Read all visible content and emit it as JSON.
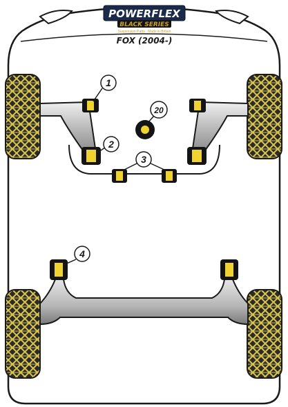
{
  "brand": {
    "name": "POWERFLEX",
    "series": "BLACK SERIES",
    "tagline": "Suspension Parts · Made in Britain"
  },
  "model": "FOX (2004-)",
  "callouts": [
    {
      "label": "1"
    },
    {
      "label": "2"
    },
    {
      "label": "3"
    },
    {
      "label": "20"
    },
    {
      "label": "4"
    }
  ],
  "colors": {
    "outline": "#1a1a1a",
    "tyre_tread": "#d9c44a",
    "tyre_dark": "#2b2b2b",
    "arm_gray": "#c8c8c8",
    "bush_black": "#141414",
    "bush_yellow": "#f1d233",
    "brand_gold": "#c9a227"
  }
}
